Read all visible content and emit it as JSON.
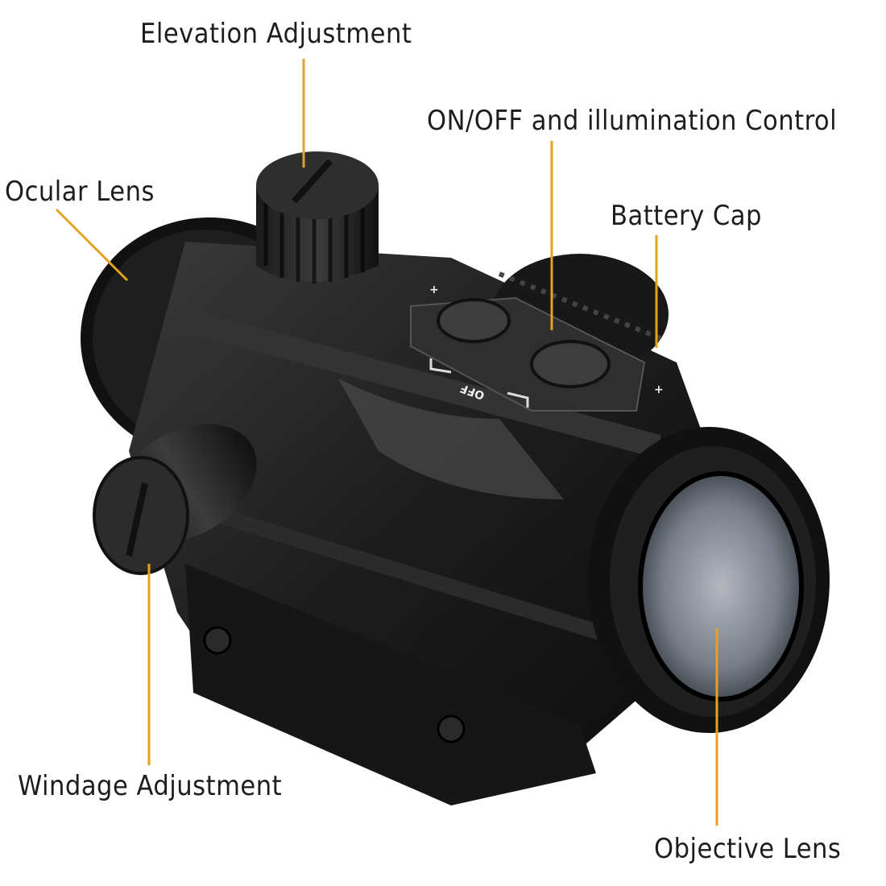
{
  "diagram": {
    "subject": "Red dot sight",
    "accent_color": "#E6A21E",
    "labels": [
      {
        "id": "elevation",
        "text": "Elevation Adjustment"
      },
      {
        "id": "onoff",
        "text": "ON/OFF and illumination Control"
      },
      {
        "id": "ocular",
        "text": "Ocular Lens"
      },
      {
        "id": "battery",
        "text": "Battery Cap"
      },
      {
        "id": "windage",
        "text": "Windage Adjustment"
      },
      {
        "id": "objective",
        "text": "Objective Lens"
      }
    ],
    "device_markings": {
      "off": "OFF",
      "plus_top": "+",
      "plus_right": "+"
    }
  }
}
